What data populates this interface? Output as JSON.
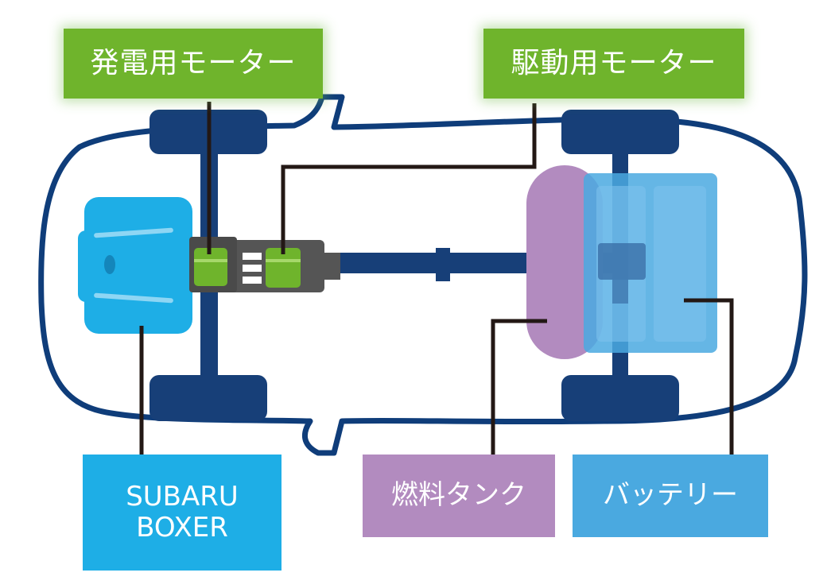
{
  "labels": {
    "gen_motor": "発電用モーター",
    "drive_motor": "駆動用モーター",
    "engine_line1": "SUBARU",
    "engine_line2": "BOXER",
    "fuel_tank": "燃料タンク",
    "battery": "バッテリー"
  },
  "colors": {
    "body_outline": "#0f3d7a",
    "wheel": "#173f78",
    "shaft": "#173f78",
    "engine": "#1eaee6",
    "engine_highlight": "#8ed6f4",
    "transmission": "#555555",
    "motor": "#6fb42c",
    "fuel_tank": "#b28bbf",
    "battery": "#4aa9e0",
    "leader_line": "#231815"
  }
}
